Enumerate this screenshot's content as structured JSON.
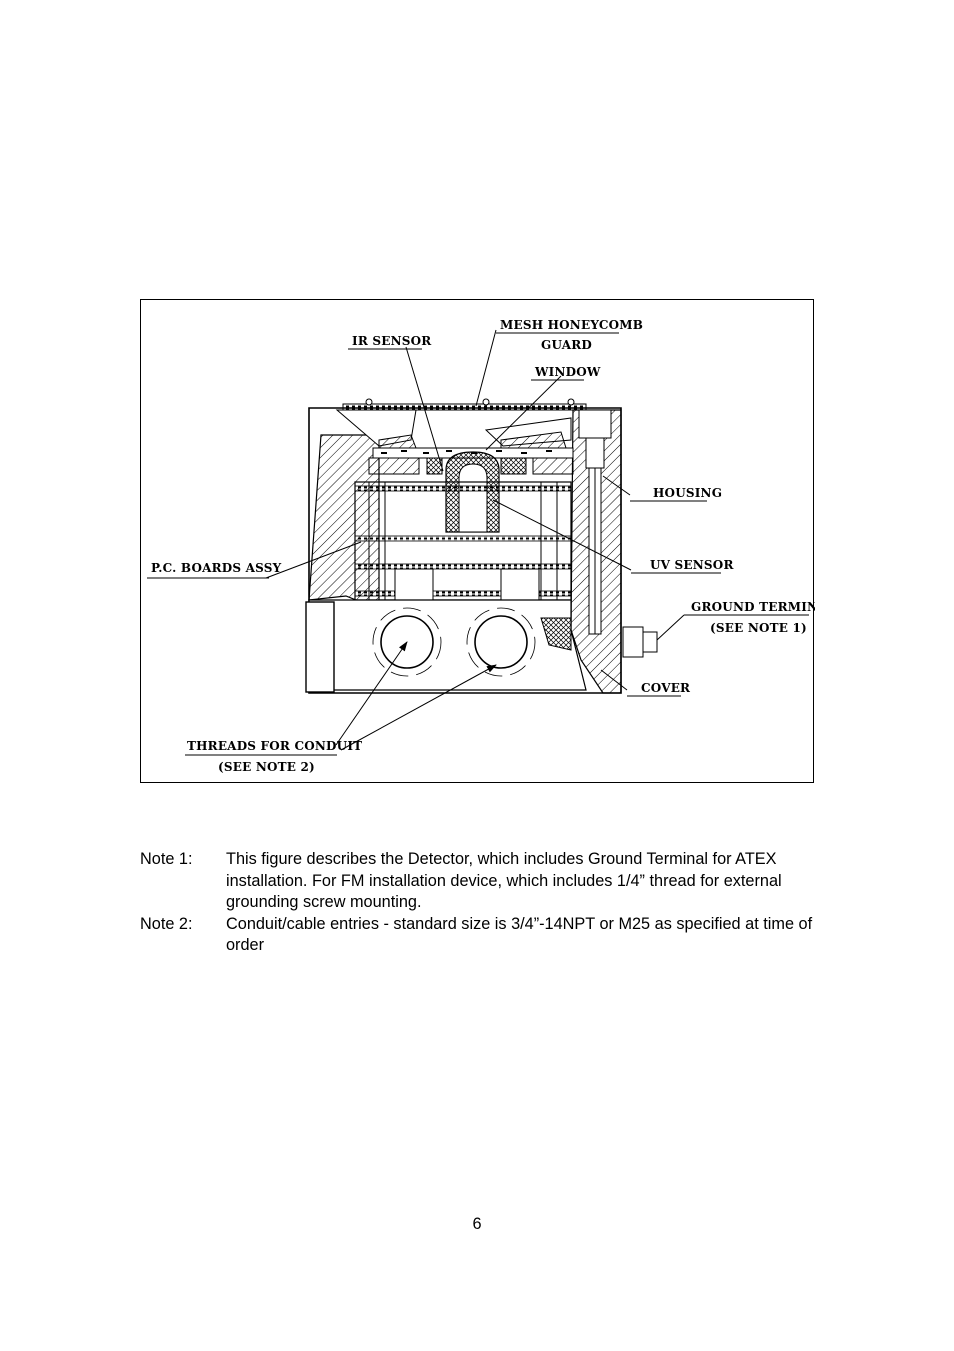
{
  "figure": {
    "labels": {
      "ir_sensor": "IR SENSOR",
      "mesh_1": "MESH HONEYCOMB",
      "mesh_2": "GUARD",
      "window": "WINDOW",
      "housing": "HOUSING",
      "pc_boards": "P.C. BOARDS ASSY",
      "uv_sensor": "UV SENSOR",
      "ground_1": "GROUND TERMINAL",
      "ground_2": "(SEE NOTE 1)",
      "cover": "COVER",
      "threads_1": "THREADS FOR CONDUIT",
      "threads_2": "(SEE NOTE 2)"
    }
  },
  "notes": [
    {
      "key": "Note 1:",
      "text": "This figure describes the Detector, which includes Ground Terminal for ATEX installation. For FM installation device, which includes 1/4” thread for external grounding screw mounting."
    },
    {
      "key": "Note 2:",
      "text": "Conduit/cable entries - standard size is 3/4”-14NPT or M25 as specified at time of order"
    }
  ],
  "page_number": "6"
}
